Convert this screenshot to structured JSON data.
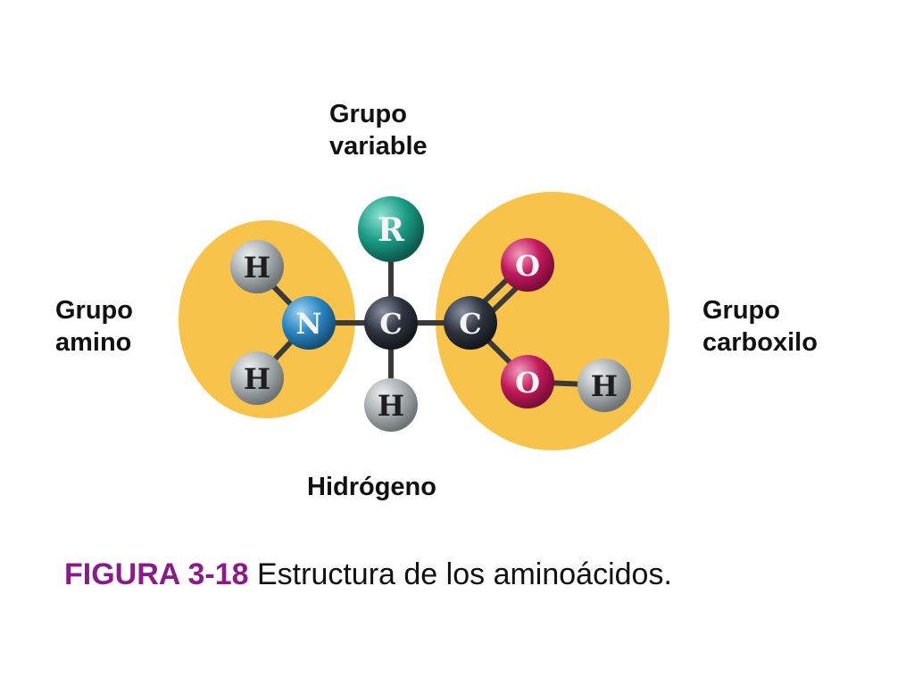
{
  "labels": {
    "variable": {
      "line1": "Grupo",
      "line2": "variable"
    },
    "amino": {
      "line1": "Grupo",
      "line2": "amino"
    },
    "carboxyl": {
      "line1": "Grupo",
      "line2": "carboxilo"
    },
    "hydrogen": "Hidrógeno"
  },
  "atoms": {
    "r": "R",
    "n": "N",
    "c_alpha": "C",
    "c_carboxyl": "C",
    "o_double": "O",
    "o_hydroxyl": "O",
    "h_amino_top": "H",
    "h_amino_bottom": "H",
    "h_alpha": "H",
    "h_hydroxyl": "H"
  },
  "caption": {
    "figure_number": "FIGURA 3-18",
    "text": " Estructura de los aminoácidos."
  },
  "colors": {
    "group_highlight": "#f7c34a",
    "r_atom": "#1a9c85",
    "n_atom": "#2b86c2",
    "c_atom": "#2e3440",
    "o_atom": "#c2185b",
    "h_atom": "#a8aeb0",
    "figure_number": "#8b1a8b"
  }
}
